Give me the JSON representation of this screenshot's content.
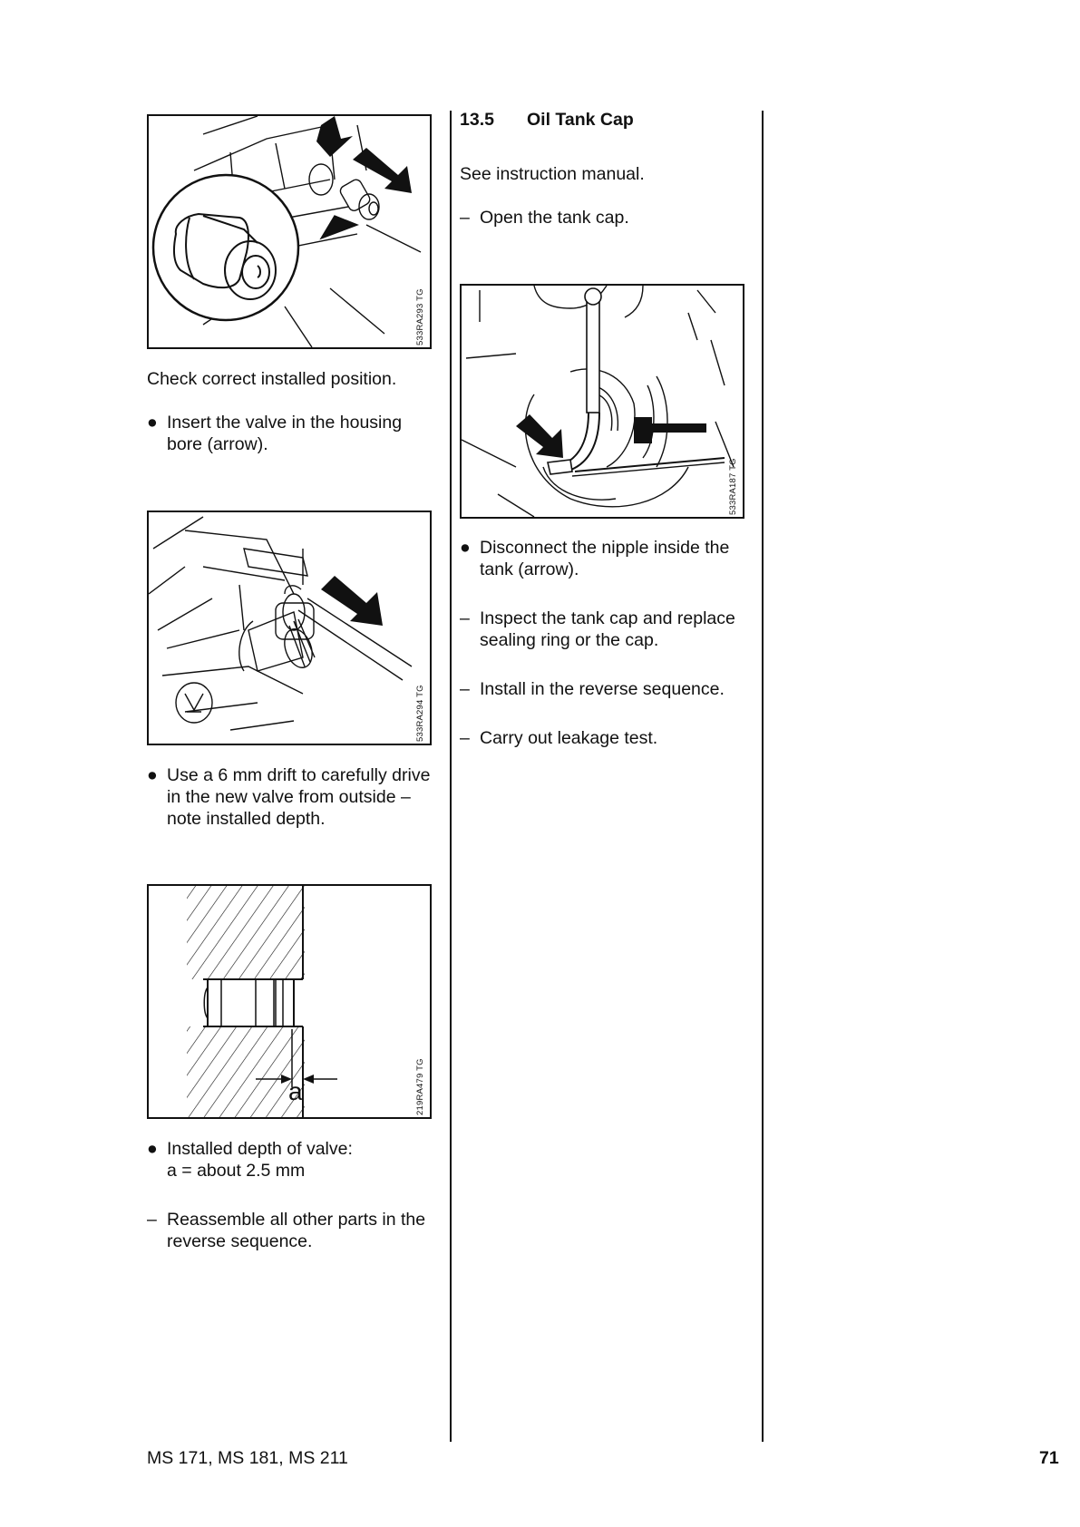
{
  "left_column": {
    "figure1_code": "533RA293 TG",
    "caption1": "Check correct installed position.",
    "step1": [
      "Insert the valve in the housing",
      "bore (arrow)."
    ],
    "figure2_code": "533RA294 TG",
    "step2": [
      "Use a 6 mm drift to carefully drive",
      "in the new valve from outside –",
      "note installed depth."
    ],
    "figure3_code": "219RA479 TG",
    "figure3_label": "a",
    "step3": [
      "Installed depth of valve:",
      "a = about 2.5 mm"
    ],
    "step4": [
      "Reassemble all other parts in the",
      "reverse sequence."
    ]
  },
  "right_column": {
    "section_number": "13.5",
    "section_title": "Oil Tank Cap",
    "intro": "See instruction manual.",
    "step1": "Open the tank cap.",
    "figure_code": "533RA187 TG",
    "step2": [
      "Disconnect the nipple inside the",
      "tank (arrow)."
    ],
    "step3": [
      "Inspect the tank cap and replace",
      "sealing ring or the cap."
    ],
    "step4": "Install in the reverse sequence.",
    "step5": "Carry out leakage test."
  },
  "markers": {
    "bullet": "●",
    "dash": "–"
  },
  "footer": {
    "models": "MS 171, MS 181, MS 211",
    "page_number": "71"
  }
}
